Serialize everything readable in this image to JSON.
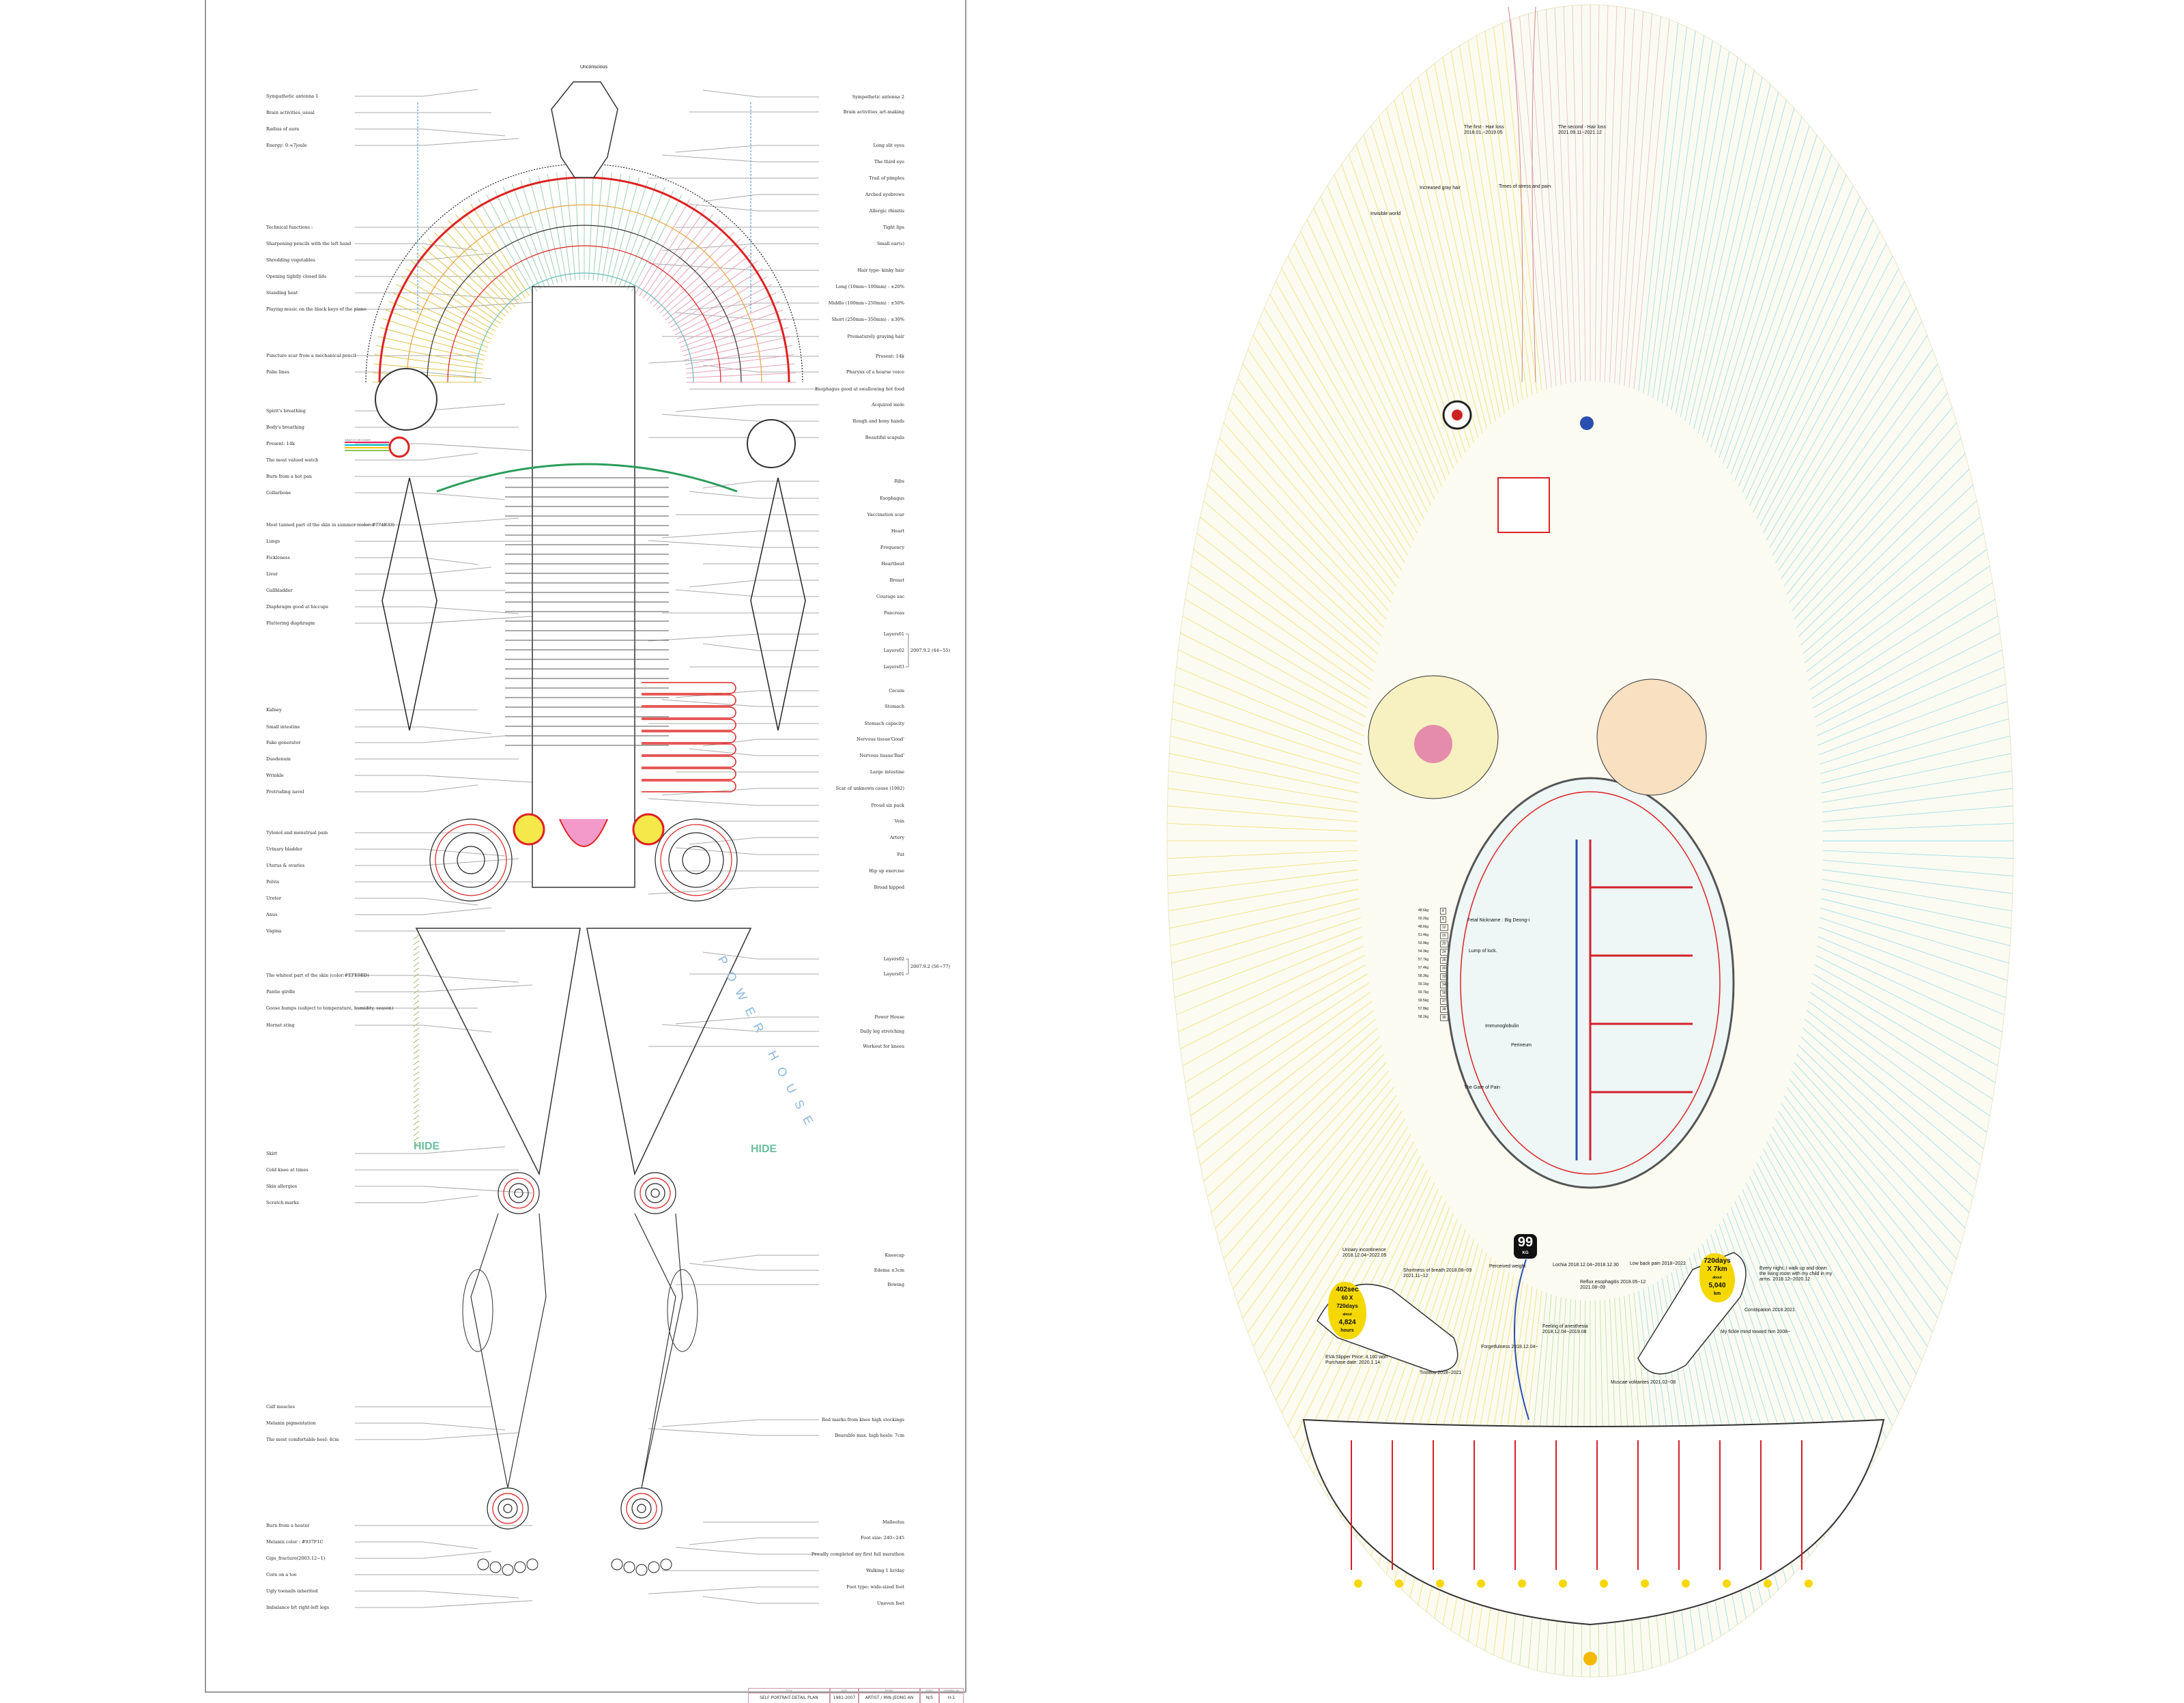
{
  "left_sheet": {
    "labels_left": [
      "Sympathetic antenna 1",
      "Brain activities_usual",
      "Radius of aura",
      "Energy: 0.∞7joule",
      "Technical functions :",
      "Sharpening pencils with the left hand",
      "Shredding vegetables",
      "Opening tightly closed lids",
      "Standing heat",
      "Playing music on the black keys of the piano",
      "Puncture scar from a mechanical pencil",
      "Palm lines",
      "Spirit's breathing",
      "Body's breathing",
      "Present: 14k",
      "The most valued watch",
      "Burn from a hot pan",
      "Collarbone",
      "Most tanned part of the skin in summer (color:#774E33)",
      "Lungs",
      "Fickleness",
      "Liver",
      "Gallbladder",
      "Diaphragm good at hiccups",
      "Fluttering diaphragm",
      "Kidney",
      "Small intestine",
      "Fake generator",
      "Duodenum",
      "Wrinkle",
      "Protruding navel",
      "Tylenol and menstrual pain",
      "Urinary bladder",
      "Uterus & ovaries",
      "Pelvis",
      "Ureter",
      "Anus",
      "Vagina",
      "The whitest part of the skin (color:#EFE9BD)",
      "Pantie girdle",
      "Goose bumps (subject to temperature, humidity, season)",
      "Hornet sting",
      "Skirt",
      "Cold knee at times",
      "Skin allergies",
      "Scratch marks",
      "Calf muscles",
      "Melanin pigmentation",
      "The most comfortable heel: 4cm",
      "Burn from a heater",
      "Melanin color : #937F1C",
      "Gips_fracture(2003.12~1)",
      "Corn on a toe",
      "Ugly toenails inherited",
      "Imbalance b/t right-left legs"
    ],
    "labels_right": [
      "Sympathetic antenna 2",
      "Brain activities_art-making",
      "Long slit eyes",
      "The third eye",
      "Trail of pimples",
      "Arched eyebrows",
      "Allergic rhinitis",
      "Tight lips",
      "Small ear(s)",
      "Hair type- kinky hair",
      "Long (10mm~100mm) : ±20%",
      "Middle (100mm~250mm) : ±50%",
      "Short (250mm~350mm) : ±30%",
      "Prematurely graying hair",
      "Present: 14k",
      "Pharynx of a hoarse voice",
      "Esophagus good at swallowing hot food",
      "Acquired mole",
      "Rough and bony hands",
      "Beautiful scapula",
      "Ribs",
      "Esophagus",
      "Vaccination scar",
      "Heart",
      "Frequency",
      "Heartbeat",
      "Breast",
      "Courage sac",
      "Pancreas",
      "Layers01",
      "Layers02",
      "Layers03",
      "Cecum",
      "Stomach",
      "Stomach capacity",
      "Nervous tissue'Good'",
      "Nervous tissue'Bad'",
      "Large intestine",
      "Scar of unknown cause (1982)",
      "Proud six pack",
      "Vein",
      "Artery",
      "Fat",
      "Hip up exercise",
      "Broad hipped",
      "Layers02",
      "Layers01",
      "Power House",
      "Daily leg stretching",
      "Workout for knees",
      "Kneecap",
      "Edema ±3cm",
      "Bowing",
      "Red marks from knee high stockings",
      "Bearable max. high heels: 7cm",
      "Malleolus",
      "Foot size: 240~245",
      "Proudly completed my first full marathon",
      "Walking 1 hr/day",
      "Foot type: wide-sized foot",
      "Uneven feet"
    ],
    "layer_dates": [
      "2007.9.2 (44~55)",
      "2007.9.2 (56~77)"
    ],
    "figure_text": {
      "unconscious": "Unconscious",
      "hide_left": "HIDE",
      "hide_right": "HIDE",
      "power_house": "POWER HOUSE",
      "swatch": "SWATCH DECODER"
    },
    "title_block": {
      "title_h": "TITLE",
      "title": "SELF PORTRAIT-DETAIL PLAN",
      "date_h": "DATE",
      "date": "1981-2007",
      "model_h": "MODEL",
      "model": "ARTIST / MIN-JEONG AN",
      "scale_h": "SCALE",
      "scale": "N/S",
      "drawing_h": "DRAWING NO",
      "drawing": "H-1"
    }
  },
  "right_artwork": {
    "labels": {
      "hair_loss_1": "The first - Hair loss 2018.01.~2019.05",
      "hair_loss_2": "The second - Hair loss 2021.09.11~2021.12",
      "gray_hair": "Increased gray hair",
      "stress": "Times of stress and pain",
      "invisible": "Invisible world",
      "lump": "Lump of luck.",
      "nickname": "Fetal Nickname : Big Deong-i",
      "immuno": "Immunoglobulin",
      "perineum": "Perineum",
      "gate": "The Gate of Pain",
      "weight_label": "Perceived weight",
      "weight_value": "99",
      "weight_unit": "KG",
      "urinary": "Urinary incontinence 2018.12.04~2022.05",
      "breath": "Shortness of breath 2018.08~09 2021.11~12",
      "lochia": "Lochia 2018.12.04~2018.12.30",
      "reflux": "Reflux esophagitis 2018.05~12 2021.08~09",
      "anesthesia": "Feeling of anesthesia 2018.12.04~2019.08",
      "forget": "Forgetfulness 2018.12.04~",
      "tinnitus": "Tinnitus 2018~2021",
      "eva": "EVA Slipper Price: 4,160 won Purchase date: 2020.1.14",
      "backpain": "Low back pain 2018~2022",
      "night": "Every night, I walk up and down the living room with my child in my arms. 2018.12~2020.12",
      "constipation": "Constipation 2018.2021",
      "fickle": "My fickle mind toward him 2008~",
      "muscae": "Muscae volitantes 2021.02~08"
    },
    "left_foot_stat": {
      "line1": "402sec",
      "line2": "60 X 720days",
      "about": "about",
      "total": "4,824",
      "unit": "hours"
    },
    "right_foot_stat": {
      "line1": "720days",
      "line2": "X 7km",
      "about": "about",
      "total": "5,040",
      "unit": "km"
    },
    "pregnancy_weeks": [
      "8",
      "8",
      "12",
      "16",
      "20",
      "24",
      "28",
      "30",
      "32",
      "34",
      "36",
      "37",
      "38",
      "39"
    ],
    "pregnancy_weights": [
      "48.6kg",
      "50.2kg",
      "48.6kg",
      "51.4kg",
      "53.9kg",
      "54.3kg",
      "57.7kg",
      "57.4kg",
      "58.3kg",
      "59.1kg",
      "59.7kg",
      "59.5kg",
      "57.8kg",
      "58.2kg"
    ],
    "colors": {
      "warm": "#f2d23a",
      "cool": "#7fd3e0",
      "green": "#9bd27a",
      "red": "#d4202a",
      "blue": "#2a4fb0"
    }
  }
}
